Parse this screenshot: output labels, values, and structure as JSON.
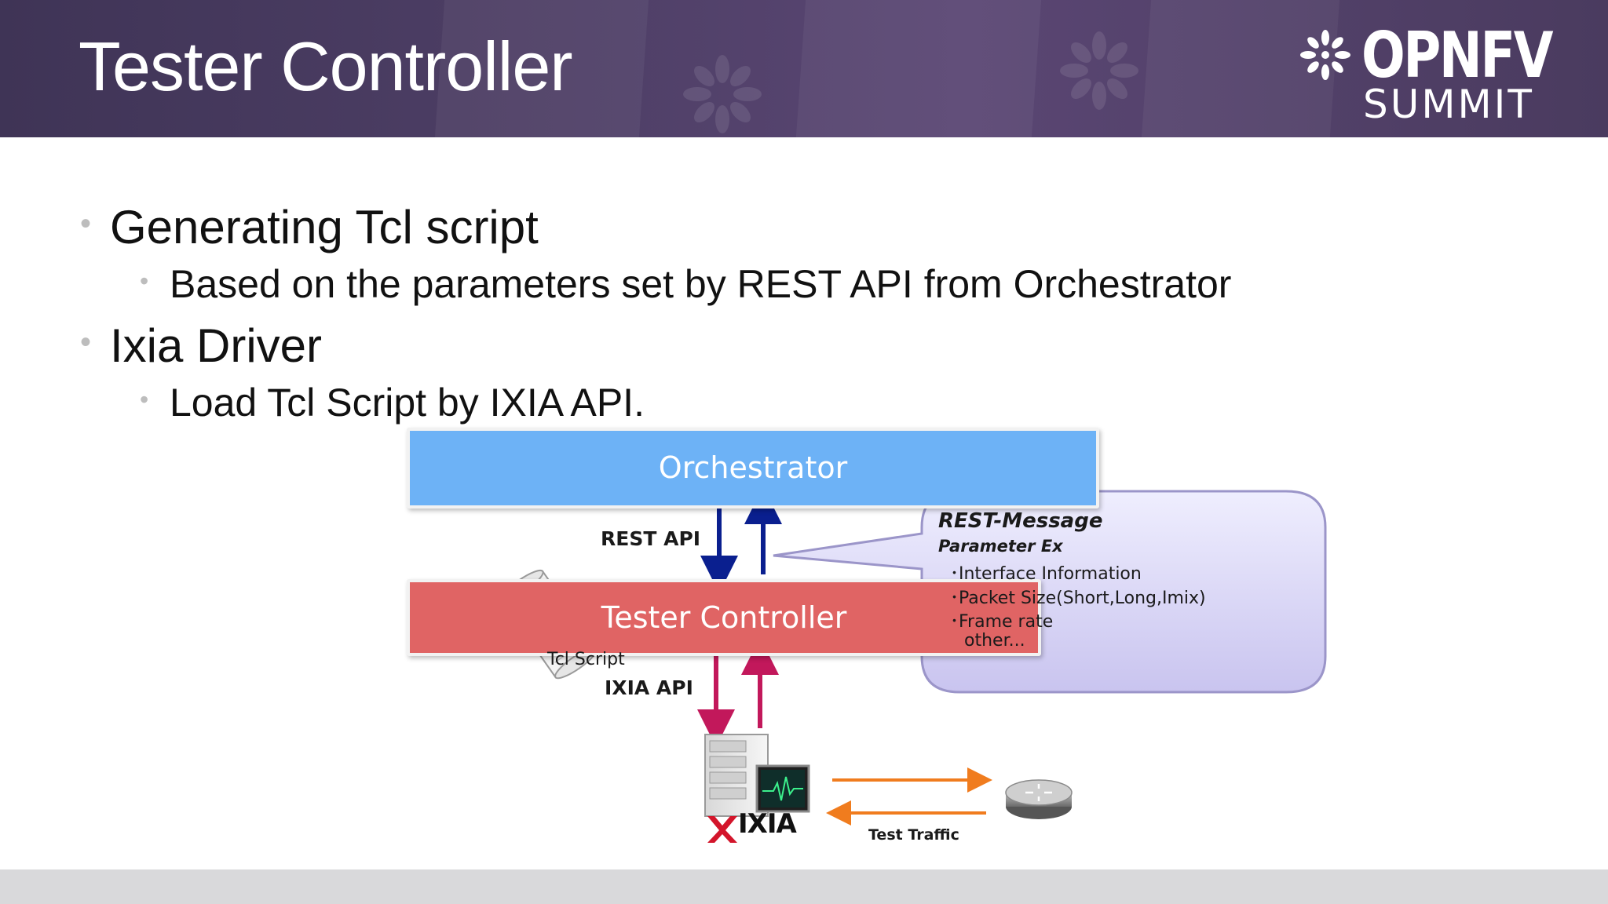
{
  "slide": {
    "title": "Tester Controller",
    "logo": {
      "name": "OPNFV",
      "subtitle": "SUMMIT",
      "icon": "opnfv-flower-icon"
    }
  },
  "bullets": [
    {
      "text": "Generating Tcl script",
      "sub": [
        "Based on the parameters set by REST API from Orchestrator"
      ]
    },
    {
      "text": "Ixia Driver",
      "sub": [
        "Load Tcl Script by IXIA API."
      ]
    }
  ],
  "diagram": {
    "orchestrator_label": "Orchestrator",
    "tester_controller_label": "Tester Controller",
    "rest_api_label": "REST API",
    "ixia_api_label": "IXIA API",
    "tcl_script_label": "Tcl Script",
    "ixia_label": "IXIA",
    "test_traffic_label": "Test Traffic",
    "bubble": {
      "title": "REST-Message",
      "subtitle": "Parameter Ex",
      "items": [
        "･Interface Information",
        "･Packet Size(Short,Long,Imix)",
        "･Frame rate"
      ],
      "more": "other..."
    },
    "colors": {
      "orchestrator": "#6db2f6",
      "tester_controller": "#e06464",
      "rest_arrow": "#0a1f8f",
      "ixia_arrow": "#c2185b",
      "traffic_arrow": "#f07c1e",
      "bubble": "#d9d6f5"
    }
  }
}
